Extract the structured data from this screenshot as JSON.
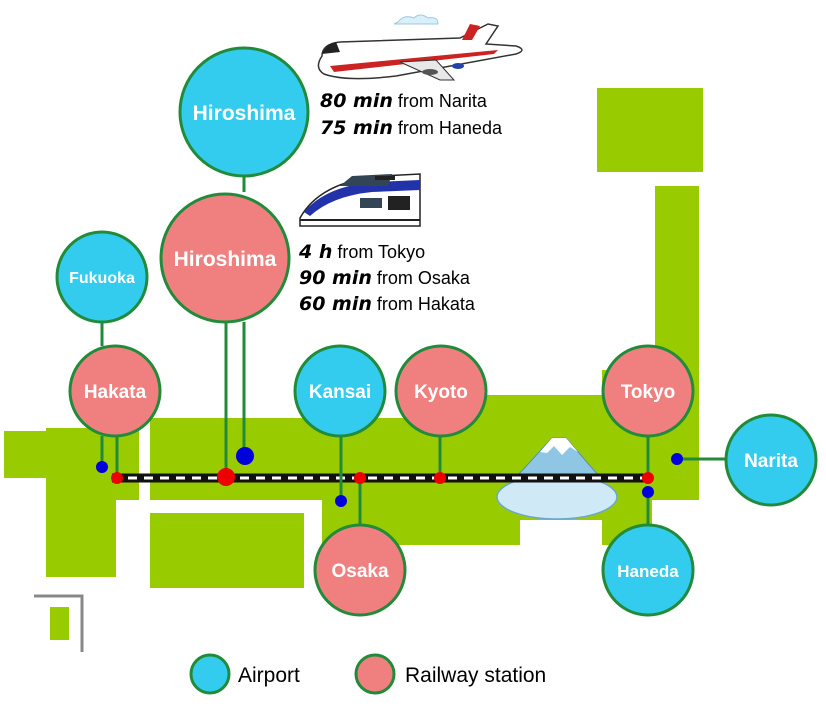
{
  "colors": {
    "land": "#99cc00",
    "airport": "#33ccee",
    "station": "#f08080",
    "node_border": "#228b3a",
    "airport_dot": "#0000dd",
    "station_dot": "#ee0000",
    "rail": "#111111"
  },
  "airports": {
    "hiroshima": "Hiroshima",
    "fukuoka": "Fukuoka",
    "kansai": "Kansai",
    "narita": "Narita",
    "haneda": "Haneda"
  },
  "stations": {
    "hiroshima": "Hiroshima",
    "hakata": "Hakata",
    "kyoto": "Kyoto",
    "tokyo": "Tokyo",
    "osaka": "Osaka"
  },
  "flight_info": {
    "icon": "airplane-icon",
    "lines": [
      {
        "time": "80 min",
        "text": " from Narita"
      },
      {
        "time": "75 min",
        "text": " from Haneda"
      }
    ]
  },
  "train_info": {
    "icon": "bullet-train-icon",
    "lines": [
      {
        "time": "4 h",
        "text": " from Tokyo"
      },
      {
        "time": "90 min",
        "text": " from Osaka"
      },
      {
        "time": "60 min",
        "text": " from Hakata"
      }
    ]
  },
  "landmark": {
    "icon": "mount-fuji-icon"
  },
  "legend": {
    "airport": "Airport",
    "station": "Railway station"
  }
}
